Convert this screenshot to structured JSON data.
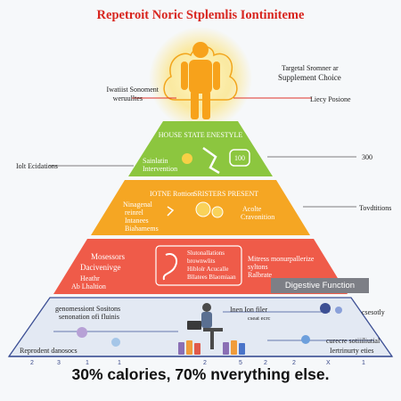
{
  "title": "Repetroit Noric Stplemlis Iontiniteme",
  "person_labels": {
    "left_1": "Iwatiist Sonoment",
    "left_2": "weruulltes",
    "right_1": "Targetal Sromner ar",
    "right_2": "Supplement Choice",
    "right_3": "Liecy Posione"
  },
  "tier1": {
    "header": "HOUSE STATE ENESTYLE",
    "sub_1": "Sainlatin",
    "sub_2": "Intervention",
    "badge": "100",
    "side_left": "Iolt Ecidations",
    "side_right": "300"
  },
  "tier2": {
    "header_left": "IOTNE Rottion",
    "header_right": "SRISTERS PRESENT",
    "left_1": "Ninagenal",
    "left_2": "reinrel",
    "left_3": "Intanees",
    "left_4": "Biahamems",
    "right_1": "Acolte",
    "right_2": "Cravonition",
    "side_right": "Tovdtitions"
  },
  "tier3": {
    "left_1": "Mosessors",
    "left_2": "Dacivenivge",
    "left_3": "Heathr",
    "left_4": "Ab Lhaltion",
    "box_1": "Slutonallations",
    "box_2": "brownwlits",
    "box_3": "Hiblolr Acucalle",
    "box_4": "Bllatees Blaomiaan",
    "right_1": "Mitress monurpallerize",
    "right_2": "syltons",
    "right_3": "Ralbrate",
    "digest": "Digestive Function"
  },
  "base": {
    "left_1": "genomessiont Sositons",
    "left_2": "senonation ofi fluinis",
    "left_3": "Reprodent danosocs",
    "mid_1": "Inen Ion filer",
    "mid_2": "cseat ecrc",
    "right_1": "csesotly",
    "right_2": "curecre sotiiiliutial",
    "right_3": "Iertrinurty eties",
    "ticks": [
      "2",
      "3",
      "1",
      "1",
      "2",
      "5",
      "2",
      "2",
      "X",
      "1"
    ]
  },
  "bottom_text": "30% calories, 70%   nverything else.",
  "colors": {
    "title": "#d8261f",
    "tier1": "#8cc63f",
    "tier2": "#f5a623",
    "tier3": "#ef5b49",
    "base_fill": "#e3e9f3",
    "base_line": "#3c4f94",
    "glow": "#fbe58a",
    "person": "#f7a21b"
  }
}
